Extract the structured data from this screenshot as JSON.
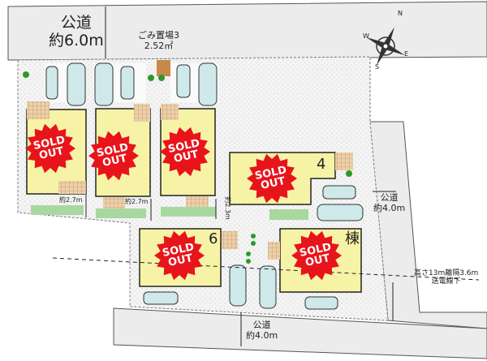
{
  "roads": {
    "north": {
      "label": "公道",
      "width": "約6.0m"
    },
    "east": {
      "label": "公道",
      "width": "約4.0m"
    },
    "south": {
      "label": "公道",
      "width": "約4.0m"
    }
  },
  "garbage_area": {
    "label": "ごみ置場3",
    "area": "2.52㎡"
  },
  "dimensions": [
    "約2.7m",
    "約2.7m",
    "約2.3m"
  ],
  "power_line": {
    "line1": "高さ13m離隔3.6m",
    "line2": "送電線下"
  },
  "compass": {
    "n": "N",
    "e": "E",
    "s": "S",
    "w": "W"
  },
  "lots": [
    {
      "visible_label": "",
      "status": "SOLD OUT"
    },
    {
      "visible_label": "",
      "status": "SOLD OUT"
    },
    {
      "visible_label": "",
      "status": "SOLD OUT"
    },
    {
      "visible_label": "4",
      "status": "SOLD OUT"
    },
    {
      "visible_label": "棟",
      "status": "SOLD OUT"
    },
    {
      "visible_label": "6",
      "status": "SOLD OUT"
    }
  ],
  "badge": {
    "line1": "SOLD",
    "line2": "OUT"
  },
  "colors": {
    "road": "#ececec",
    "building": "#f7f3a6",
    "badge": "#e8141b",
    "lawn": "#a8d8a0",
    "tile": "#e8caa0",
    "car": "#cfe8ea",
    "garbage": "#c8884a"
  }
}
